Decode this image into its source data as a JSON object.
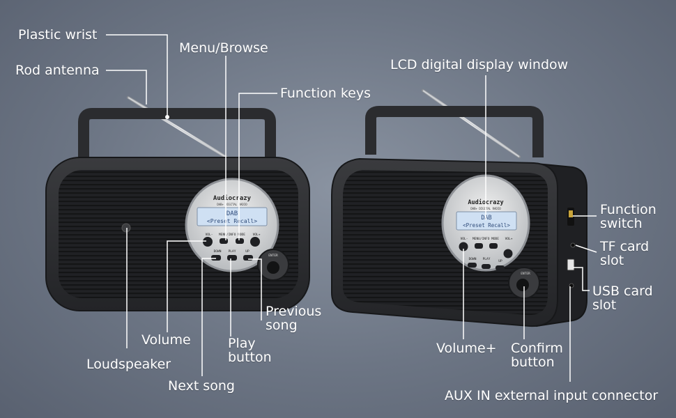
{
  "callouts": {
    "plastic_wrist": "Plastic wrist",
    "rod_antenna": "Rod antenna",
    "menu_browse": "Menu/Browse",
    "function_keys": "Function keys",
    "lcd_display_window": "LCD digital display window",
    "function_switch": "Function switch",
    "tf_card_slot": "TF card slot",
    "usb_card_slot": "USB card slot",
    "aux_in_connector": "AUX IN external input connector",
    "volume": "Volume",
    "loudspeaker": "Loudspeaker",
    "next_song": "Next song",
    "play_button": "Play button",
    "previous_song": "Previous song",
    "volume_plus": "Volume+",
    "confirm_button": "Confirm button"
  },
  "device_text": {
    "brand": "Audiocrazy",
    "subtitle": "DAB+ DIGITAL RADIO",
    "lcd_line1": "DAB",
    "lcd_line2": "<Preset Recall>",
    "btn_vol_minus": "VOL-",
    "btn_menu_info_mode": "MENU/INFO MODE",
    "btn_vol_plus": "VOL+",
    "btn_down": "DOWN",
    "btn_play": "PLAY",
    "btn_up": "UP",
    "btn_enter": "ENTER"
  },
  "colors": {
    "background": "#6c7584",
    "radio_body": "#2b2c2f",
    "radio_grille": "#1d1e20",
    "faceplate": "#d9dadb",
    "lcd": "#cfe0f3",
    "leader_lines": "#ffffff"
  }
}
